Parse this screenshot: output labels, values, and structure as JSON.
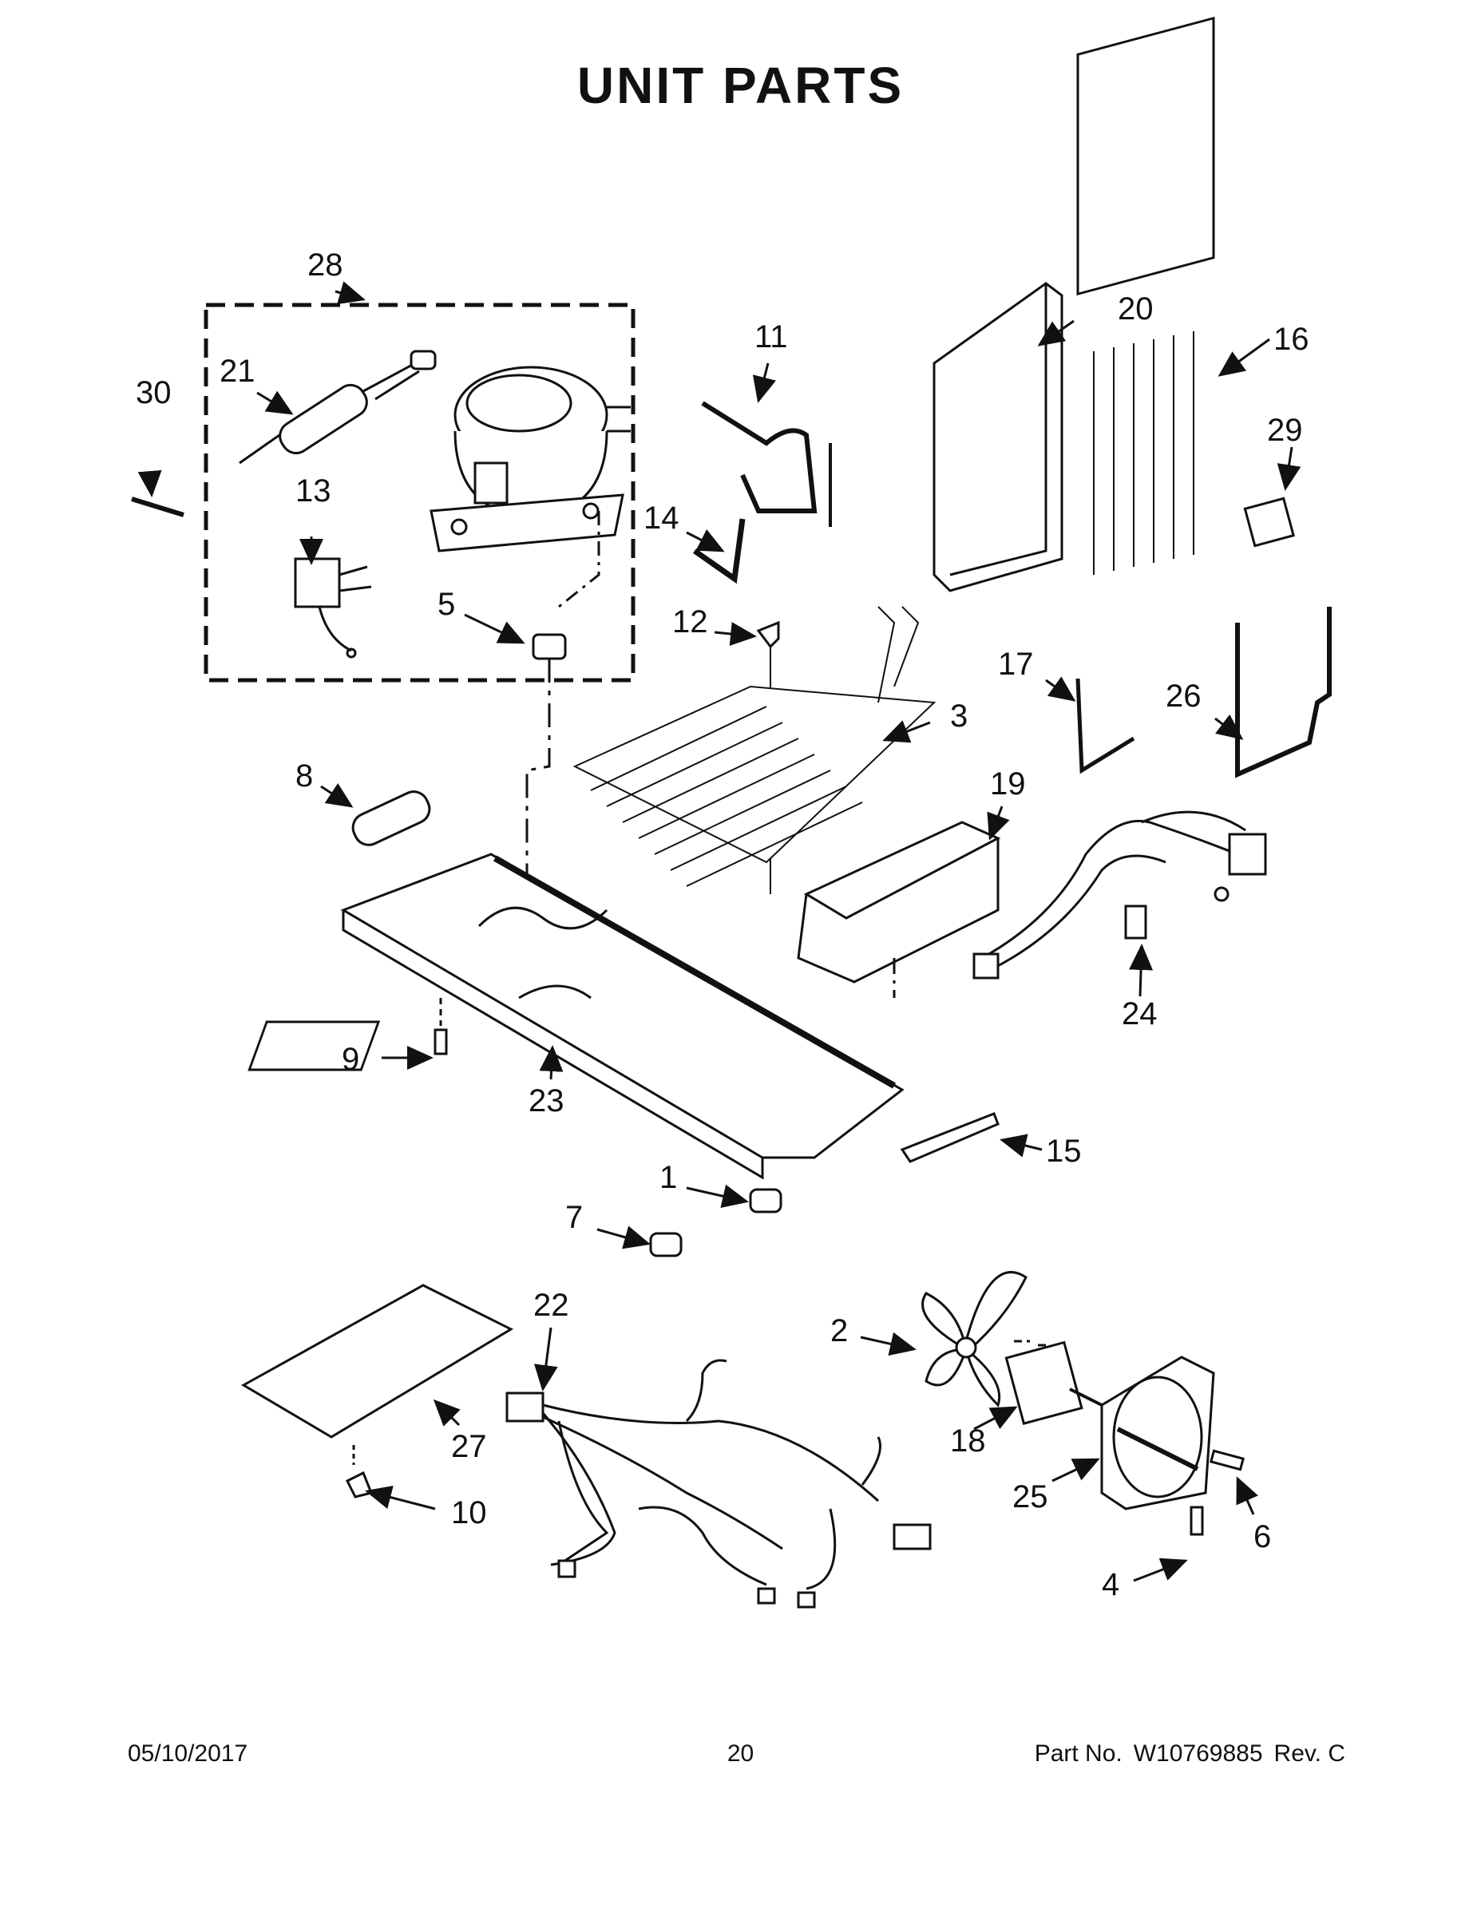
{
  "page": {
    "title": "UNIT PARTS",
    "footer": {
      "date": "05/10/2017",
      "page_number": "20",
      "part_label": "Part No.",
      "part_number": "W10769885",
      "revision": "Rev. C"
    }
  },
  "callouts": [
    "1",
    "2",
    "3",
    "4",
    "5",
    "6",
    "7",
    "8",
    "9",
    "10",
    "11",
    "12",
    "13",
    "14",
    "15",
    "16",
    "17",
    "18",
    "19",
    "20",
    "21",
    "22",
    "23",
    "24",
    "25",
    "26",
    "27",
    "28",
    "29",
    "30"
  ]
}
